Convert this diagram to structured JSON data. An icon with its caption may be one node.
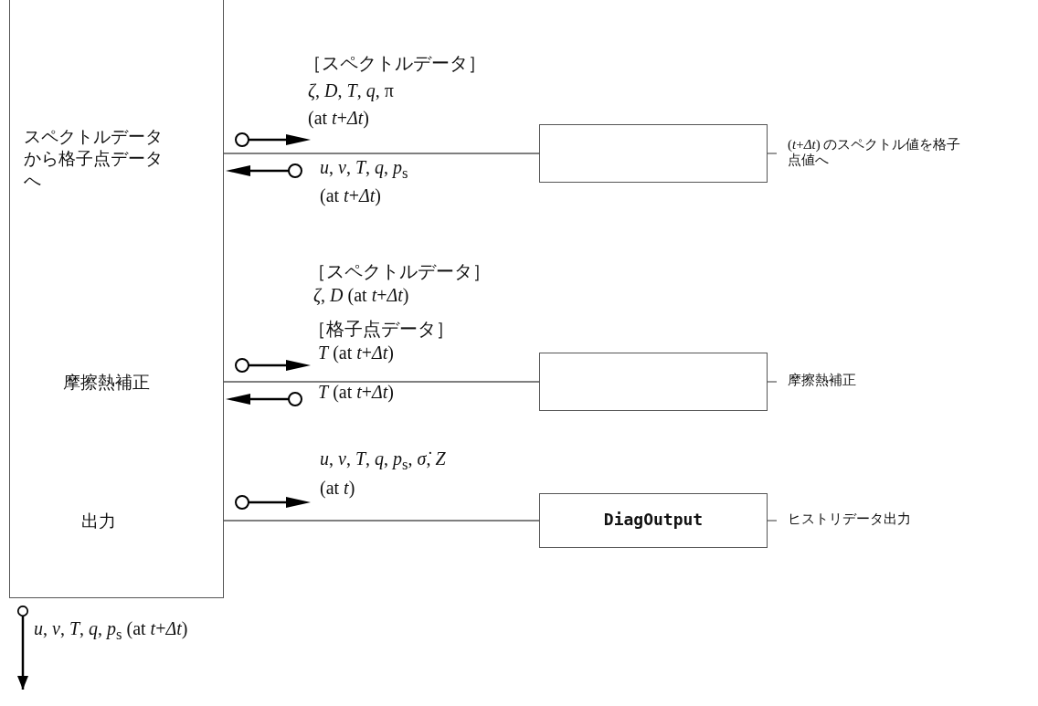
{
  "diagram": {
    "nodes": [
      {
        "text": [
          "スペクトルデータから格子点データへ",
          "摩擦熱補正",
          "出力"
        ]
      },
      {
        "text": [],
        "shape": "box",
        "beside": [
          "(*t*+*Δt*) のスペクトル値を格子点値へ"
        ]
      },
      {
        "text": [],
        "shape": "box",
        "beside": [
          "摩擦熱補正"
        ]
      },
      {
        "text": [
          "DiagOutput"
        ],
        "beside": [
          "ヒストリデータ出力"
        ]
      }
    ],
    "edges": [
      {
        "from": 0,
        "to": 1,
        "arrow": "none"
      },
      {
        "from": 0,
        "to": 2,
        "arrow": "none"
      },
      {
        "from": 0,
        "to": 3,
        "arrow": "none"
      },
      {
        "from": 0,
        "to": null,
        "arrow": "to",
        "label": "*u*, *v*, *T*, *q*, *p*$_{s}$  (at  *t*+*Δt*)"
      }
    ],
    "labels": [
      "［スペクトルデータ］",
      "*ζ*, *D*, *T*, *q*, π",
      "(at  *t*+*Δt*)",
      "*u*, *v*, *T*, *q*, *p*$_{s}$",
      "(at  *t*+*Δt*)",
      "［スペクトルデータ］",
      "*ζ*, *D*  (at  *t*+*Δt*)",
      "［格子点データ］",
      "*T*  (at  *t*+*Δt*)",
      "*T*  (at  *t*+*Δt*)",
      "*u*, *v*, *T*, *q*, *p*$_{s}$, *σ̇*, *Z*",
      "(at  *t*)"
    ]
  }
}
